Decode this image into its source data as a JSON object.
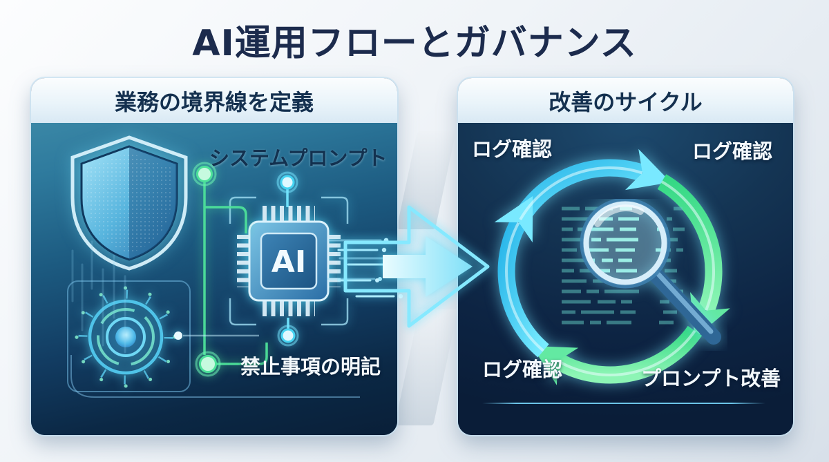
{
  "title": "AI運用フローとガバナンス",
  "left_panel": {
    "header": "業務の境界線を定義",
    "label_system_prompt": "システムプロンプト",
    "label_prohibited": "禁止事項の明記",
    "chip_label": "AI"
  },
  "right_panel": {
    "header": "改善のサイクル",
    "label_log_top_left": "ログ確認",
    "label_log_top_right": "ログ確認",
    "label_log_bottom_left": "ログ確認",
    "label_prompt_improvement": "プロンプト改善"
  },
  "icons": {
    "shield": "security-shield",
    "sensor": "circuit-sensor",
    "chip": "ai-chip",
    "flow_arrow": "flow-arrow",
    "cycle": "improvement-cycle-arrows",
    "magnifier": "magnifying-glass",
    "log": "log-lines"
  },
  "colors": {
    "title_text": "#1c2b4d",
    "header_bg_top": "#fbfdfe",
    "header_bg_bottom": "#d9e9f4",
    "header_text": "#14304f",
    "left_body_top": "#3a87a6",
    "left_body_bottom": "#091f38",
    "right_body": "#0c2240",
    "accent_green": "#4ee29a",
    "accent_cyan": "#46d4f2",
    "label_light": "#f4f9fd"
  }
}
